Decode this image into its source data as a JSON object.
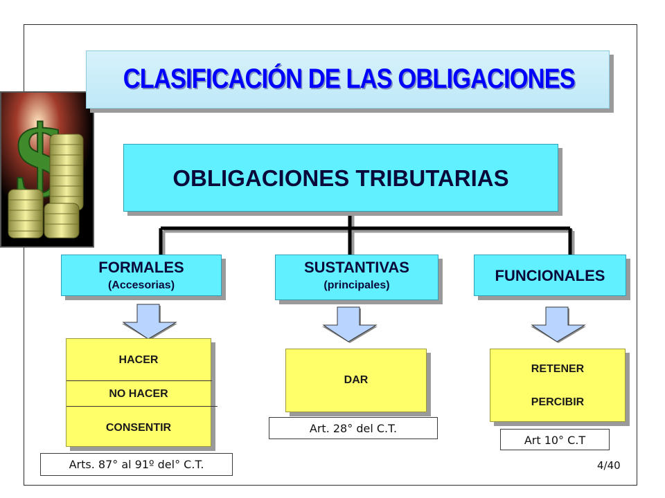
{
  "title": "CLASIFICACIÓN DE LAS OBLIGACIONES",
  "main": "OBLIGACIONES TRIBUTARIAS",
  "categories": {
    "formales": {
      "title": "FORMALES",
      "subtitle": "(Accesorias)"
    },
    "sustantivas": {
      "title": "SUSTANTIVAS",
      "subtitle": "(principales)"
    },
    "funcionales": {
      "title": "FUNCIONALES"
    }
  },
  "boxes": {
    "formales": {
      "items": [
        "HACER",
        "NO HACER",
        "CONSENTIR"
      ]
    },
    "sustantivas": {
      "items": [
        "DAR"
      ]
    },
    "funcionales": {
      "items": [
        "RETENER",
        "PERCIBIR"
      ]
    }
  },
  "references": {
    "formales": "Arts. 87° al 91º del° C.T.",
    "sustantivas": "Art. 28° del C.T.",
    "funcionales": "Art 10° C.T"
  },
  "page_number": "4/40",
  "colors": {
    "title_text": "#0000ff",
    "cyan_box": "#60f0ff",
    "yellow_box": "#ffff6a",
    "arrow": "#b8d4ff"
  },
  "image": "dollar-coins-image"
}
